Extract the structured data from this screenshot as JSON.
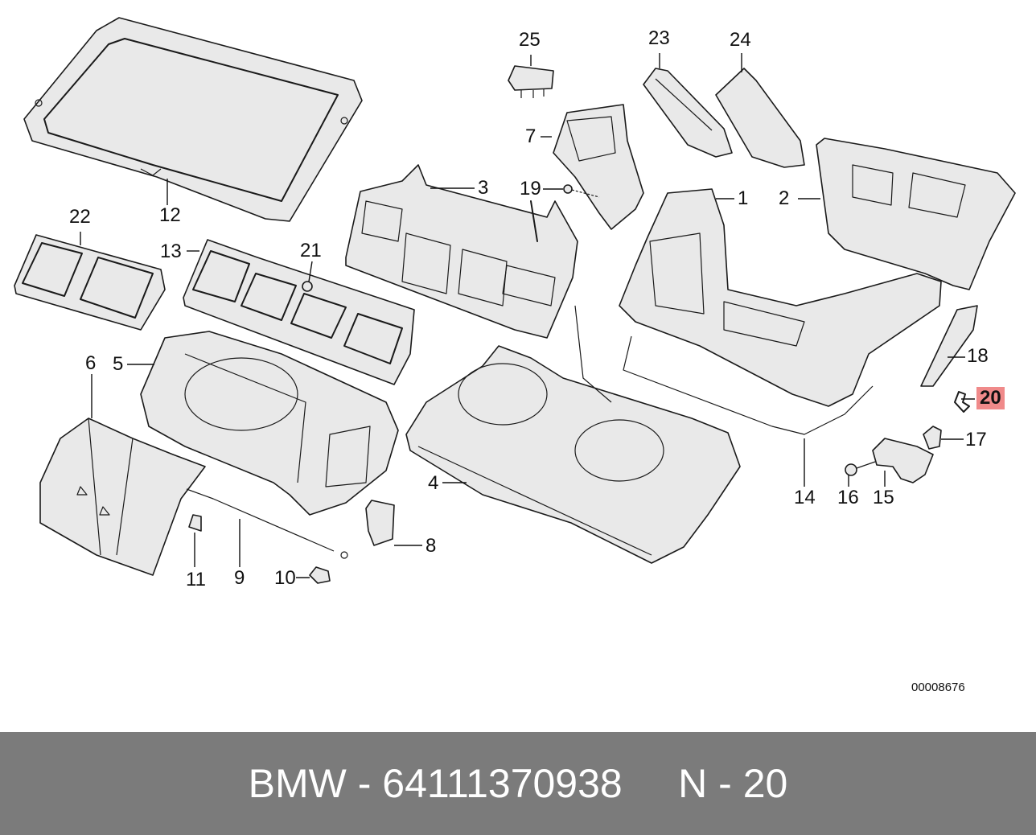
{
  "labels": {
    "l1": "1",
    "l2": "2",
    "l3": "3",
    "l4": "4",
    "l5": "5",
    "l6": "6",
    "l7": "7",
    "l8": "8",
    "l9": "9",
    "l10": "10",
    "l11": "11",
    "l12": "12",
    "l13": "13",
    "l14": "14",
    "l15": "15",
    "l16": "16",
    "l17": "17",
    "l18": "18",
    "l19": "19",
    "l20": "20",
    "l21": "21",
    "l22": "22",
    "l23": "23",
    "l24": "24",
    "l25": "25"
  },
  "highlighted_label": "20",
  "reference_code": "00008676",
  "footer": {
    "text": "BMW - 64111370938     N - 20"
  },
  "colors": {
    "footer_bg": "#7b7b7b",
    "footer_text": "#ffffff",
    "highlight": "#f08a8a",
    "line": "#1a1a1a"
  }
}
